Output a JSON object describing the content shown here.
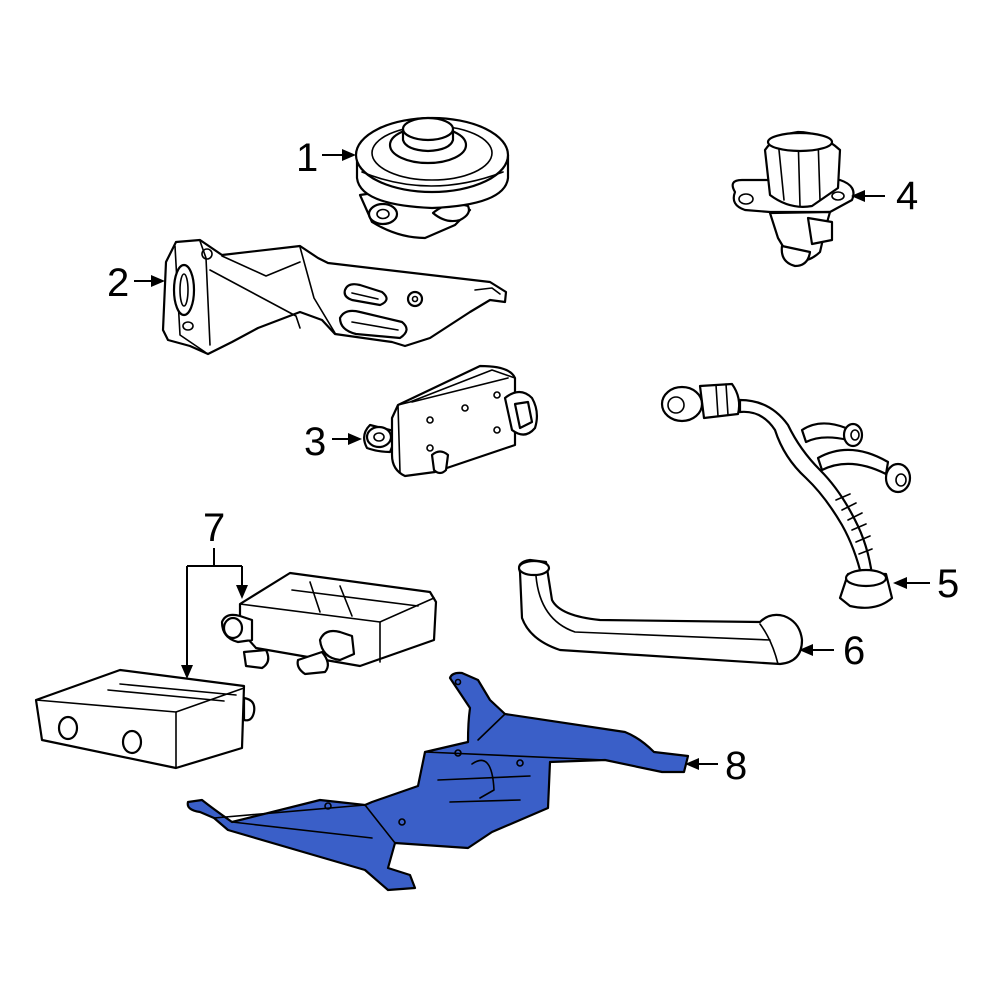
{
  "diagram": {
    "highlight_color": "#3a5fc8",
    "outline_color": "#000000",
    "background_color": "#ffffff",
    "callouts": [
      {
        "id": "1",
        "label": "1"
      },
      {
        "id": "2",
        "label": "2"
      },
      {
        "id": "3",
        "label": "3"
      },
      {
        "id": "4",
        "label": "4"
      },
      {
        "id": "5",
        "label": "5"
      },
      {
        "id": "6",
        "label": "6"
      },
      {
        "id": "7",
        "label": "7"
      },
      {
        "id": "8",
        "label": "8"
      }
    ],
    "highlighted_callout": "8"
  }
}
